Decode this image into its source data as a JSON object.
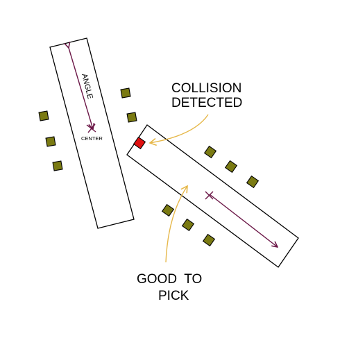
{
  "labels": {
    "angle": "ANGLE",
    "center": "CENTER",
    "collision_line1": "COLLISION",
    "collision_line2": "DETECTED",
    "good_line1": "GOOD  TO",
    "good_line2": "PICK"
  },
  "colors": {
    "outline": "#000000",
    "arrow": "#6b1747",
    "annotation_arrow": "#e6b84a",
    "obstacle_fill": "#7a7a12",
    "collision_fill": "#e01010"
  }
}
